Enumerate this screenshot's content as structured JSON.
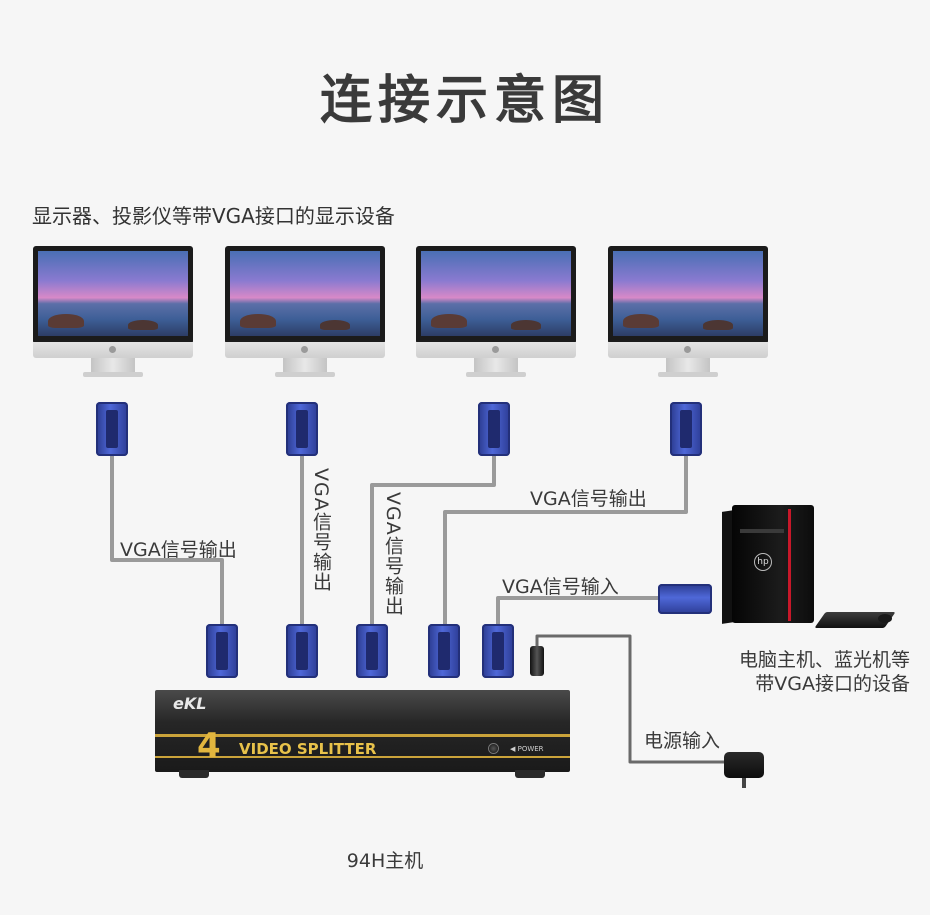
{
  "title": "连接示意图",
  "subtitle": "显示器、投影仪等带VGA接口的显示设备",
  "labels": {
    "out1": "VGA信号输出",
    "out2": "VGA信号输出",
    "out3": "VGA信号输出",
    "out4": "VGA信号输出",
    "input": "VGA信号输入",
    "power": "电源输入",
    "pc_line1": "电脑主机、蓝光机等",
    "pc_line2": "带VGA接口的设备",
    "host": "94H主机"
  },
  "splitter": {
    "brand": "eKL",
    "port_number": "4",
    "model_text": "VIDEO SPLITTER",
    "power_text": "◀ POWER"
  },
  "pc": {
    "logo": "hp"
  },
  "colors": {
    "background": "#f6f6f6",
    "cable": "#9a9a9a",
    "vga_plug": "#3f55c4",
    "splitter_body": "#222222",
    "splitter_gold": "#e2b63e",
    "pc_accent": "#c8182a"
  },
  "icons": [
    "monitor-icon",
    "vga-plug-icon",
    "pc-tower-icon",
    "keyboard-icon",
    "mouse-icon",
    "power-adapter-icon",
    "dc-plug-icon"
  ]
}
